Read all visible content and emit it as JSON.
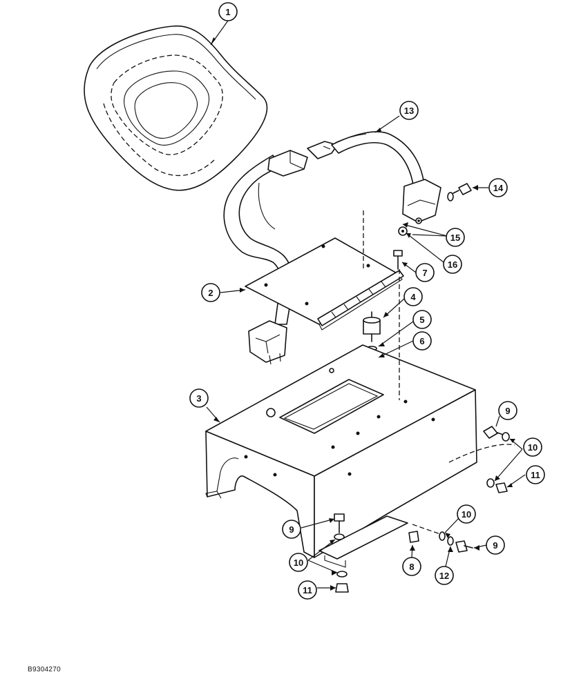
{
  "figure_code": "B9304270",
  "callouts": [
    {
      "id": "c1",
      "label": "1"
    },
    {
      "id": "c2",
      "label": "2"
    },
    {
      "id": "c3",
      "label": "3"
    },
    {
      "id": "c4",
      "label": "4"
    },
    {
      "id": "c5",
      "label": "5"
    },
    {
      "id": "c6",
      "label": "6"
    },
    {
      "id": "c7",
      "label": "7"
    },
    {
      "id": "c8",
      "label": "8"
    },
    {
      "id": "c9a",
      "label": "9"
    },
    {
      "id": "c9b",
      "label": "9"
    },
    {
      "id": "c9c",
      "label": "9"
    },
    {
      "id": "c10a",
      "label": "10"
    },
    {
      "id": "c10b",
      "label": "10"
    },
    {
      "id": "c10c",
      "label": "10"
    },
    {
      "id": "c11a",
      "label": "11"
    },
    {
      "id": "c11b",
      "label": "11"
    },
    {
      "id": "c12",
      "label": "12"
    },
    {
      "id": "c13",
      "label": "13"
    },
    {
      "id": "c14",
      "label": "14"
    },
    {
      "id": "c15",
      "label": "15"
    },
    {
      "id": "c16",
      "label": "16"
    }
  ]
}
